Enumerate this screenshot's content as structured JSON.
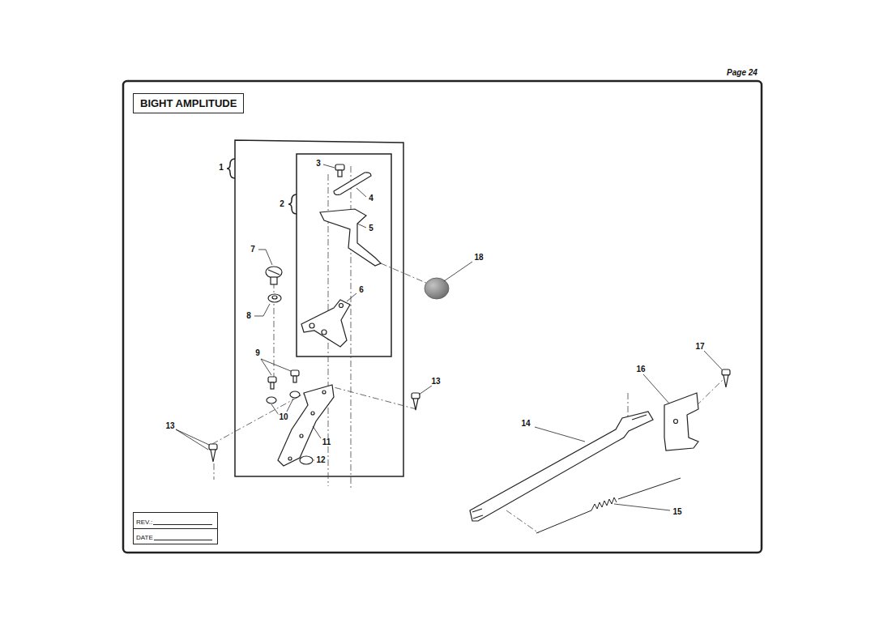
{
  "diagram": {
    "title": "BIGHT AMPLITUDE",
    "nodes": [
      {
        "text": [
          "REV.:",
          "DATE"
        ]
      }
    ],
    "labels": [
      "Page 24",
      "1",
      "2",
      "3",
      "4",
      "5",
      "6",
      "7",
      "8",
      "9",
      "10",
      "11",
      "12",
      "13",
      "13",
      "14",
      "15",
      "16",
      "17",
      "18"
    ]
  }
}
